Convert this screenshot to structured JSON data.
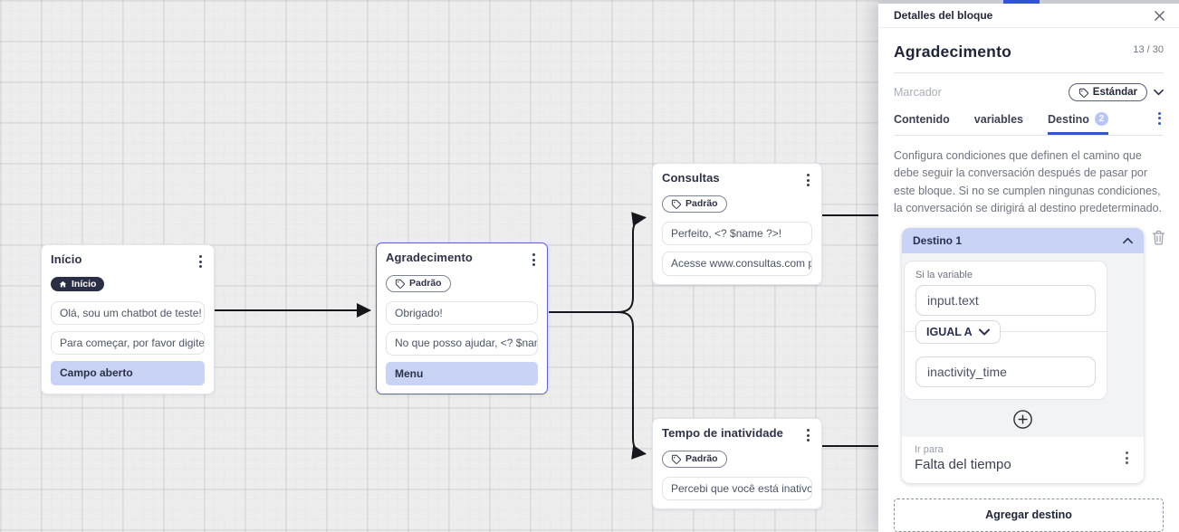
{
  "colors": {
    "accent_blue": "#2f55d4",
    "selection_purple": "#5b5fd9",
    "highlight_periwinkle": "#c8d3f5",
    "badge_dark": "#2a2f45",
    "edge_black": "#15171c"
  },
  "canvas": {
    "nodes": [
      {
        "title": "Início",
        "badge": "Início",
        "messages": [
          "Olá, sou um chatbot de teste!",
          "Para começar, por favor digite o ...",
          "Campo aberto"
        ]
      },
      {
        "title": "Agradecimento",
        "badge": "Padrão",
        "messages": [
          "Obrigado!",
          "No que posso ajudar, <? $name ...",
          "Menu"
        ]
      },
      {
        "title": "Consultas",
        "badge": "Padrão",
        "messages": [
          "Perfeito, <? $name ?>!",
          "Acesse www.consultas.com par..."
        ]
      },
      {
        "title": "Tempo de inatividade",
        "badge": "Padrão",
        "messages": [
          "Percebi que você está inativo. C..."
        ]
      }
    ]
  },
  "panel": {
    "header": "Detalles del bloque",
    "title": "Agradecimento",
    "counter": "13 / 30",
    "marker_label": "Marcador",
    "marker_value": "Estándar",
    "tabs": {
      "contenido": "Contenido",
      "variables": "variables",
      "destino": "Destino",
      "destino_badge": "2"
    },
    "description": "Configura condiciones que definen el camino que debe seguir la conversación después de pasar por este bloque. Si no se cumplen ningunas condiciones, la conversación se dirigirá al destino predeterminado.",
    "destino_card": {
      "header": "Destino 1",
      "condition_label": "Si la variable",
      "variable_value": "input.text",
      "operator_label": "IGUAL A",
      "value_value": "inactivity_time",
      "goto_label": "Ir para",
      "goto_value": "Falta del tiempo"
    },
    "add_destination_label": "Agregar destino"
  }
}
